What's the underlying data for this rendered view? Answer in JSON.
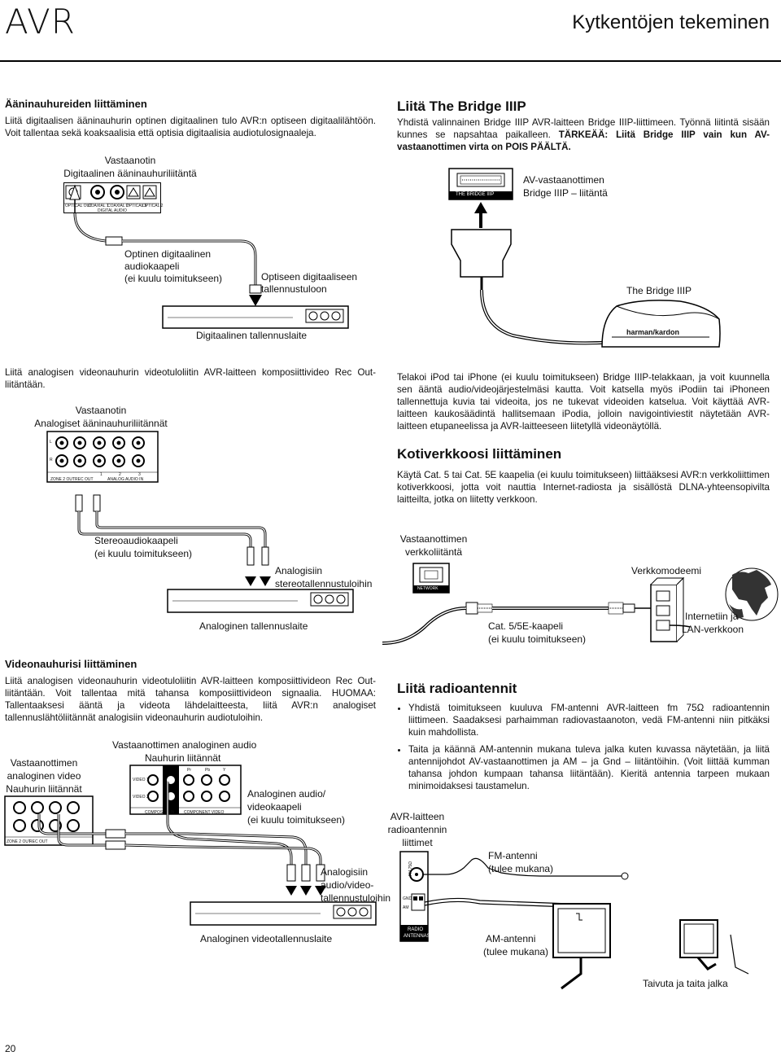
{
  "header": {
    "brand": "AVR",
    "title": "Kytkentöjen tekeminen"
  },
  "page_number": "20",
  "audio_tape": {
    "heading": "Ääninauhureiden liittäminen",
    "text": "Liitä digitaalisen ääninauhurin optinen digitaalinen tulo AVR:n optiseen digitaalilähtöön. Voit tallentaa sekä koaksaalisia että optisia digitaalisia audiotulosignaaleja.",
    "receiver_label_1": "Vastaanotin",
    "receiver_label_2": "Digitaalinen ääninauhuriliitäntä",
    "cable_label_1": "Optinen digitaalinen",
    "cable_label_2": "audiokaapeli",
    "cable_label_3": "(ei kuulu toimitukseen)",
    "to_recorder_1": "Optiseen digitaaliseen",
    "to_recorder_2": "tallennustuloon",
    "device_label": "Digitaalinen tallennuslaite",
    "panel_labels": [
      "OPTICAL OUT",
      "COAXIAL 1",
      "COAXIAL 2",
      "OPTICAL 1",
      "OPTICAL 2",
      "DIGITAL AUDIO"
    ]
  },
  "bridge": {
    "heading": "Liitä The Bridge IIIP",
    "text_normal": "Yhdistä valinnainen Bridge IIIP AVR-laitteen Bridge IIIP-liittimeen. Työnnä liitintä sisään kunnes se napsahtaa paikalleen. ",
    "text_bold": "TÄRKEÄÄ: Liitä Bridge IIIP vain kun AV-vastaanottimen virta on POIS PÄÄLTÄ.",
    "conn_label_1": "AV-vastaanottimen",
    "conn_label_2": "Bridge IIIP – liitäntä",
    "port_label": "THE BRIDGE IIIP",
    "device_label": "The Bridge IIIP",
    "logo": "harman/kardon",
    "text2": "Telakoi iPod tai iPhone (ei kuulu toimitukseen) Bridge IIIP-telakkaan, ja voit kuunnella sen ääntä audio/videojärjestelmäsi kautta. Voit katsella myös iPodiin tai iPhoneen tallennettuja kuvia tai videoita, jos ne tukevat videoiden katselua. Voit käyttää AVR-laitteen kaukosäädintä hallitsemaan iPodia, jolloin navigointiviestit näytetään AVR-laitteen etupaneelissa ja AVR-laitteeseen liitetyllä videonäytöllä."
  },
  "analog_audio": {
    "text": "Liitä analogisen videonauhurin videotuloliitin AVR-laitteen komposiittivideo Rec Out-liitäntään.",
    "receiver_label_1": "Vastaanotin",
    "receiver_label_2": "Analogiset ääninauhuriliitännät",
    "panel_labels": [
      "ZONE 2 OUT",
      "REC OUT",
      "1",
      "2",
      "3",
      "ANALOG AUDIO IN",
      "L",
      "R"
    ],
    "cable_1": "Stereoaudiokaapeli",
    "cable_2": "(ei kuulu toimitukseen)",
    "to_recorder_1": "Analogisiin",
    "to_recorder_2": "stereotallennustuloihin",
    "device_label": "Analoginen tallennuslaite"
  },
  "network": {
    "heading": "Kotiverkkoosi liittäminen",
    "text": "Käytä Cat. 5 tai Cat. 5E kaapelia (ei kuulu toimitukseen) liittääksesi AVR:n verkkoliittimen kotiverkkoosi, jotta voit nauttia Internet-radiosta ja sisällöstä DLNA-yhteensopivilta laitteilta, jotka on liitetty verkkoon.",
    "receiver_label_1": "Vastaanottimen",
    "receiver_label_2": "verkkoliitäntä",
    "port_label": "NETWORK",
    "modem_label": "Verkkomodeemi",
    "internet_1": "Internetiin ja",
    "internet_2": "LAN-verkkoon",
    "cable_1": "Cat. 5/5E-kaapeli",
    "cable_2": "(ei kuulu toimitukseen)"
  },
  "video": {
    "heading": "Videonauhurisi liittäminen",
    "text": "Liitä analogisen videonauhurin videotuloliitin AVR-laitteen komposiittivideon Rec Out-liitäntään. Voit tallentaa mitä tahansa komposiittivideon signaalia. HUOMAA: Tallentaaksesi ääntä ja videota lähdelaitteesta, liitä AVR:n analogiset tallennuslähtöliitännät analogisiin videonauhurin audiotuloihin.",
    "video_label_1": "Vastaanottimen",
    "video_label_2": "analoginen video",
    "video_label_3": "Nauhurin liitännät",
    "audio_label_1": "Vastaanottimen analoginen audio",
    "audio_label_2": "Nauhurin liitännät",
    "cable_1": "Analoginen audio/",
    "cable_2": "videokaapeli",
    "cable_3": "(ei kuulu toimitukseen)",
    "to_recorder_1": "Analogisiin",
    "to_recorder_2": "audio/video-",
    "to_recorder_3": "tallennustuloihin",
    "device_label": "Analoginen videotallennuslaite",
    "panel_labels": [
      "VIDEO 1",
      "VIDEO 2",
      "COMPOSITE IN",
      "COMPONENT VIDEO",
      "Pr",
      "Pb",
      "Y",
      "ZONE 2 OUT",
      "REC OUT"
    ]
  },
  "radio": {
    "heading": "Liitä radioantennit",
    "bullet1": "Yhdistä toimitukseen kuuluva FM-antenni AVR-laitteen fm 75Ω radioantennin liittimeen. Saadaksesi parhaimman radiovastaanoton, vedä FM-antenni niin pitkäksi kuin mahdollista.",
    "bullet2": "Taita ja käännä AM-antennin mukana tuleva jalka kuten kuvassa näytetään, ja liitä antennijohdot AV-vastaanottimen ja AM – ja Gnd – liitäntöihin. (Voit liittää kumman tahansa johdon kumpaan tahansa liitäntään). Kieritä antennia tarpeen mukaan minimoidaksesi taustamelun.",
    "term_1": "AVR-laitteen",
    "term_2": "radioantennin",
    "term_3": "liittimet",
    "fm_1": "FM-antenni",
    "fm_2": "(tulee mukana)",
    "am_1": "AM-antenni",
    "am_2": "(tulee mukana)",
    "fold": "Taivuta ja taita jalka",
    "panel_labels": [
      "FM 75Ω",
      "AM",
      "GND",
      "RADIO",
      "ANTENNAS"
    ]
  }
}
